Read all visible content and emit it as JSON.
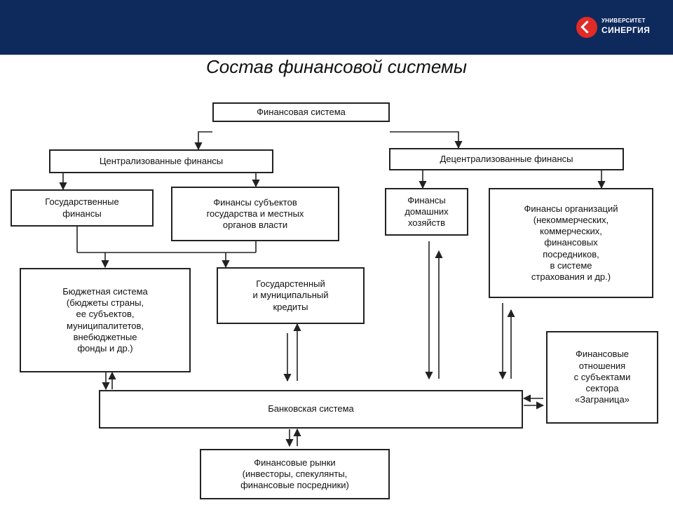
{
  "header": {
    "logo_top": "УНИВЕРСИТЕТ",
    "logo_bottom": "СИНЕРГИЯ"
  },
  "title": "Состав финансовой системы",
  "diagram": {
    "financial_system": "Финансовая система",
    "centralized": "Централизованные финансы",
    "decentralized": "Децентрализованные финансы",
    "state_finances": "Государственные\nфинансы",
    "subjects_finances": "Финансы субъектов\nгосударства и местных\nорганов власти",
    "household_finances": "Финансы\nдомашних\nхозяйств",
    "organization_finances": "Финансы организаций\n(некоммерческих,\nкоммерческих,\nфинансовых\nпосредников,\nв системе\nстрахования и др.)",
    "budget_system": "Бюджетная система\n(бюджеты страны,\nее субъектов,\nмуниципалитетов,\nвнебюджетные\nфонды и др.)",
    "credit": "Государстенный\nи муниципальный\nкредиты",
    "banking_system": "Банковская система",
    "foreign_relations": "Финансовые\nотношения\nс субъектами\nсектора\n«Заграница»",
    "financial_markets": "Финансовые рынки\n(инвесторы, спекулянты,\nфинансовые посредники)"
  }
}
